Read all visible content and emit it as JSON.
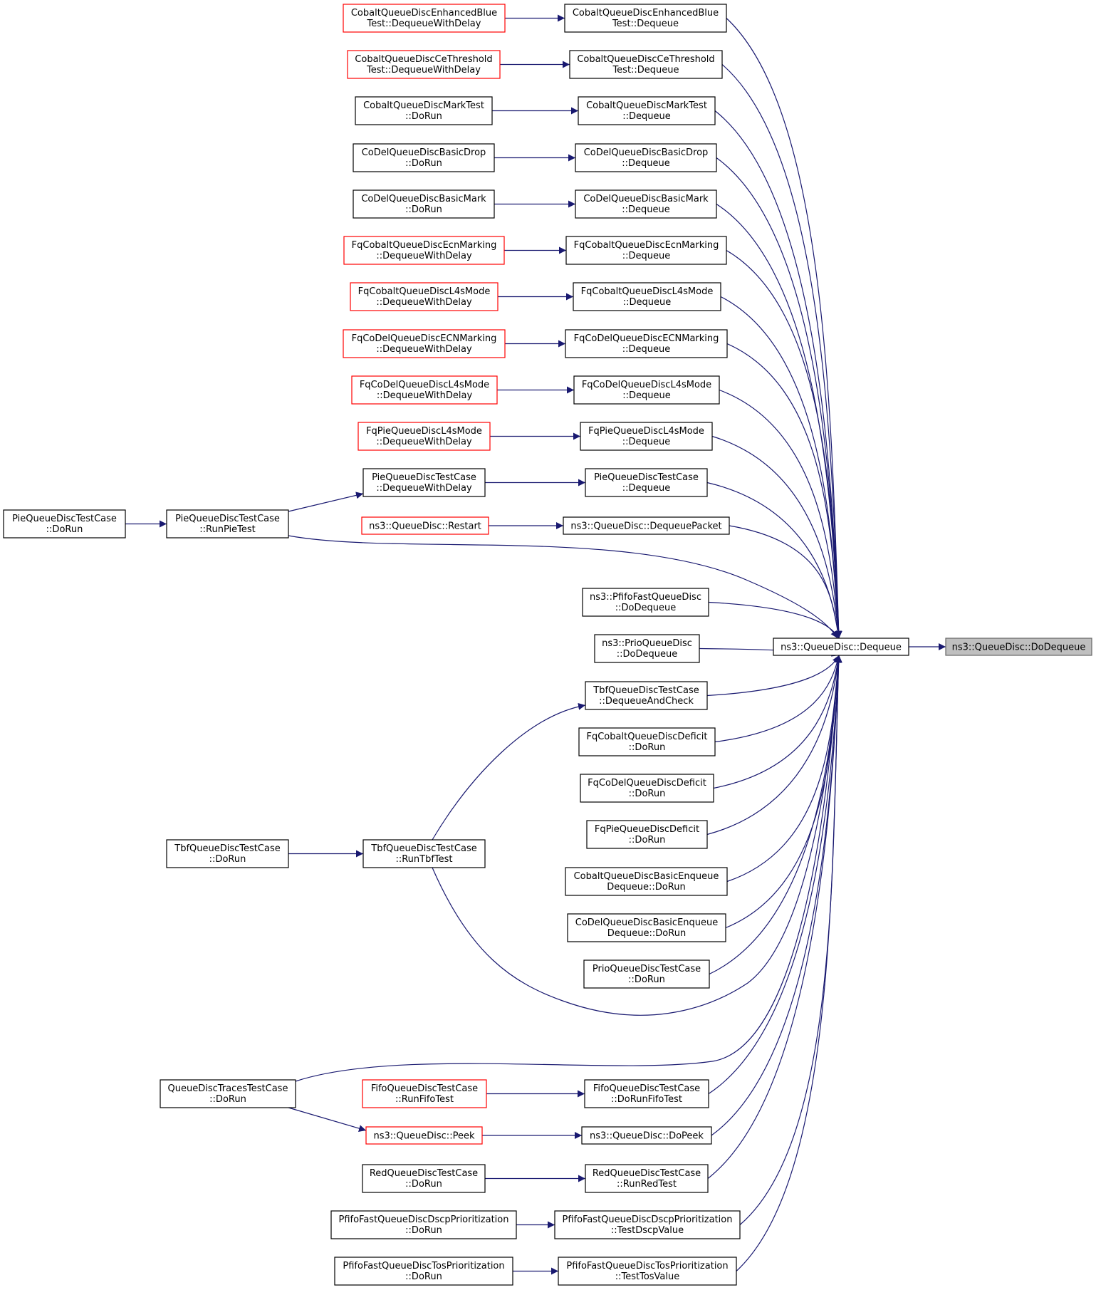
{
  "colors": {
    "edge": "#191970",
    "node_border": "#000000",
    "truncated_border": "#ff0000",
    "focus_fill": "#bfbfbf",
    "background": "#ffffff"
  },
  "nodes": [
    {
      "id": "dodequeue",
      "lines": [
        "ns3::QueueDisc::DoDequeue"
      ],
      "style": "focus"
    },
    {
      "id": "dequeue",
      "lines": [
        "ns3::QueueDisc::Dequeue"
      ],
      "style": "normal"
    },
    {
      "id": "ceb_deq",
      "lines": [
        "CobaltQueueDiscEnhancedBlue",
        "Test::Dequeue"
      ],
      "style": "normal"
    },
    {
      "id": "ceb_dwd",
      "lines": [
        "CobaltQueueDiscEnhancedBlue",
        "Test::DequeueWithDelay"
      ],
      "style": "truncated"
    },
    {
      "id": "cct_deq",
      "lines": [
        "CobaltQueueDiscCeThreshold",
        "Test::Dequeue"
      ],
      "style": "normal"
    },
    {
      "id": "cct_dwd",
      "lines": [
        "CobaltQueueDiscCeThreshold",
        "Test::DequeueWithDelay"
      ],
      "style": "truncated"
    },
    {
      "id": "cmt_deq",
      "lines": [
        "CobaltQueueDiscMarkTest",
        "::Dequeue"
      ],
      "style": "normal"
    },
    {
      "id": "cmt_run",
      "lines": [
        "CobaltQueueDiscMarkTest",
        "::DoRun"
      ],
      "style": "normal"
    },
    {
      "id": "cbd_deq",
      "lines": [
        "CoDelQueueDiscBasicDrop",
        "::Dequeue"
      ],
      "style": "normal"
    },
    {
      "id": "cbd_run",
      "lines": [
        "CoDelQueueDiscBasicDrop",
        "::DoRun"
      ],
      "style": "normal"
    },
    {
      "id": "cbm_deq",
      "lines": [
        "CoDelQueueDiscBasicMark",
        "::Dequeue"
      ],
      "style": "normal"
    },
    {
      "id": "cbm_run",
      "lines": [
        "CoDelQueueDiscBasicMark",
        "::DoRun"
      ],
      "style": "normal"
    },
    {
      "id": "fcem_deq",
      "lines": [
        "FqCobaltQueueDiscEcnMarking",
        "::Dequeue"
      ],
      "style": "normal"
    },
    {
      "id": "fcem_dwd",
      "lines": [
        "FqCobaltQueueDiscEcnMarking",
        "::DequeueWithDelay"
      ],
      "style": "truncated"
    },
    {
      "id": "fcl4_deq",
      "lines": [
        "FqCobaltQueueDiscL4sMode",
        "::Dequeue"
      ],
      "style": "normal"
    },
    {
      "id": "fcl4_dwd",
      "lines": [
        "FqCobaltQueueDiscL4sMode",
        "::DequeueWithDelay"
      ],
      "style": "truncated"
    },
    {
      "id": "fdem_deq",
      "lines": [
        "FqCoDelQueueDiscECNMarking",
        "::Dequeue"
      ],
      "style": "normal"
    },
    {
      "id": "fdem_dwd",
      "lines": [
        "FqCoDelQueueDiscECNMarking",
        "::DequeueWithDelay"
      ],
      "style": "truncated"
    },
    {
      "id": "fdl4_deq",
      "lines": [
        "FqCoDelQueueDiscL4sMode",
        "::Dequeue"
      ],
      "style": "normal"
    },
    {
      "id": "fdl4_dwd",
      "lines": [
        "FqCoDelQueueDiscL4sMode",
        "::DequeueWithDelay"
      ],
      "style": "truncated"
    },
    {
      "id": "fpl4_deq",
      "lines": [
        "FqPieQueueDiscL4sMode",
        "::Dequeue"
      ],
      "style": "normal"
    },
    {
      "id": "fpl4_dwd",
      "lines": [
        "FqPieQueueDiscL4sMode",
        "::DequeueWithDelay"
      ],
      "style": "truncated"
    },
    {
      "id": "pie_deq",
      "lines": [
        "PieQueueDiscTestCase",
        "::Dequeue"
      ],
      "style": "normal"
    },
    {
      "id": "pie_dwd",
      "lines": [
        "PieQueueDiscTestCase",
        "::DequeueWithDelay"
      ],
      "style": "normal"
    },
    {
      "id": "pie_rpt",
      "lines": [
        "PieQueueDiscTestCase",
        "::RunPieTest"
      ],
      "style": "normal"
    },
    {
      "id": "pie_run",
      "lines": [
        "PieQueueDiscTestCase",
        "::DoRun"
      ],
      "style": "normal"
    },
    {
      "id": "qd_dp",
      "lines": [
        "ns3::QueueDisc::DequeuePacket"
      ],
      "style": "normal"
    },
    {
      "id": "qd_restart",
      "lines": [
        "ns3::QueueDisc::Restart"
      ],
      "style": "truncated"
    },
    {
      "id": "pfifo_dd",
      "lines": [
        "ns3::PfifoFastQueueDisc",
        "::DoDequeue"
      ],
      "style": "normal"
    },
    {
      "id": "prio_dd",
      "lines": [
        "ns3::PrioQueueDisc",
        "::DoDequeue"
      ],
      "style": "normal"
    },
    {
      "id": "tbf_dac",
      "lines": [
        "TbfQueueDiscTestCase",
        "::DequeueAndCheck"
      ],
      "style": "normal"
    },
    {
      "id": "tbf_rtt",
      "lines": [
        "TbfQueueDiscTestCase",
        "::RunTbfTest"
      ],
      "style": "normal"
    },
    {
      "id": "tbf_run",
      "lines": [
        "TbfQueueDiscTestCase",
        "::DoRun"
      ],
      "style": "normal"
    },
    {
      "id": "fcd_run",
      "lines": [
        "FqCobaltQueueDiscDeficit",
        "::DoRun"
      ],
      "style": "normal"
    },
    {
      "id": "fdd_run",
      "lines": [
        "FqCoDelQueueDiscDeficit",
        "::DoRun"
      ],
      "style": "normal"
    },
    {
      "id": "fpd_run",
      "lines": [
        "FqPieQueueDiscDeficit",
        "::DoRun"
      ],
      "style": "normal"
    },
    {
      "id": "cbed_run",
      "lines": [
        "CobaltQueueDiscBasicEnqueue",
        "Dequeue::DoRun"
      ],
      "style": "normal"
    },
    {
      "id": "dbed_run",
      "lines": [
        "CoDelQueueDiscBasicEnqueue",
        "Dequeue::DoRun"
      ],
      "style": "normal"
    },
    {
      "id": "prio_run",
      "lines": [
        "PrioQueueDiscTestCase",
        "::DoRun"
      ],
      "style": "normal"
    },
    {
      "id": "qdt_run",
      "lines": [
        "QueueDiscTracesTestCase",
        "::DoRun"
      ],
      "style": "normal"
    },
    {
      "id": "fifo_drft",
      "lines": [
        "FifoQueueDiscTestCase",
        "::DoRunFifoTest"
      ],
      "style": "normal"
    },
    {
      "id": "fifo_rft",
      "lines": [
        "FifoQueueDiscTestCase",
        "::RunFifoTest"
      ],
      "style": "truncated"
    },
    {
      "id": "qd_dopeek",
      "lines": [
        "ns3::QueueDisc::DoPeek"
      ],
      "style": "normal"
    },
    {
      "id": "qd_peek",
      "lines": [
        "ns3::QueueDisc::Peek"
      ],
      "style": "truncated"
    },
    {
      "id": "red_rrt",
      "lines": [
        "RedQueueDiscTestCase",
        "::RunRedTest"
      ],
      "style": "normal"
    },
    {
      "id": "red_run",
      "lines": [
        "RedQueueDiscTestCase",
        "::DoRun"
      ],
      "style": "normal"
    },
    {
      "id": "pfd_tdv",
      "lines": [
        "PfifoFastQueueDiscDscpPrioritization",
        "::TestDscpValue"
      ],
      "style": "normal"
    },
    {
      "id": "pfd_run",
      "lines": [
        "PfifoFastQueueDiscDscpPrioritization",
        "::DoRun"
      ],
      "style": "normal"
    },
    {
      "id": "pft_ttv",
      "lines": [
        "PfifoFastQueueDiscTosPrioritization",
        "::TestTosValue"
      ],
      "style": "normal"
    },
    {
      "id": "pft_run",
      "lines": [
        "PfifoFastQueueDiscTosPrioritization",
        "::DoRun"
      ],
      "style": "normal"
    }
  ],
  "edges": [
    [
      "dequeue",
      "dodequeue"
    ],
    [
      "ceb_deq",
      "dequeue"
    ],
    [
      "ceb_dwd",
      "ceb_deq"
    ],
    [
      "cct_deq",
      "dequeue"
    ],
    [
      "cct_dwd",
      "cct_deq"
    ],
    [
      "cmt_deq",
      "dequeue"
    ],
    [
      "cmt_run",
      "cmt_deq"
    ],
    [
      "cbd_deq",
      "dequeue"
    ],
    [
      "cbd_run",
      "cbd_deq"
    ],
    [
      "cbm_deq",
      "dequeue"
    ],
    [
      "cbm_run",
      "cbm_deq"
    ],
    [
      "fcem_deq",
      "dequeue"
    ],
    [
      "fcem_dwd",
      "fcem_deq"
    ],
    [
      "fcl4_deq",
      "dequeue"
    ],
    [
      "fcl4_dwd",
      "fcl4_deq"
    ],
    [
      "fdem_deq",
      "dequeue"
    ],
    [
      "fdem_dwd",
      "fdem_deq"
    ],
    [
      "fdl4_deq",
      "dequeue"
    ],
    [
      "fdl4_dwd",
      "fdl4_deq"
    ],
    [
      "fpl4_deq",
      "dequeue"
    ],
    [
      "fpl4_dwd",
      "fpl4_deq"
    ],
    [
      "pie_deq",
      "dequeue"
    ],
    [
      "pie_dwd",
      "pie_deq"
    ],
    [
      "pie_rpt",
      "pie_dwd"
    ],
    [
      "pie_run",
      "pie_rpt"
    ],
    [
      "pie_rpt",
      "dequeue"
    ],
    [
      "qd_dp",
      "dequeue"
    ],
    [
      "qd_restart",
      "qd_dp"
    ],
    [
      "pfifo_dd",
      "dequeue"
    ],
    [
      "prio_dd",
      "dequeue"
    ],
    [
      "tbf_dac",
      "dequeue"
    ],
    [
      "tbf_rtt",
      "tbf_dac"
    ],
    [
      "tbf_rtt",
      "dequeue"
    ],
    [
      "tbf_run",
      "tbf_rtt"
    ],
    [
      "fcd_run",
      "dequeue"
    ],
    [
      "fdd_run",
      "dequeue"
    ],
    [
      "fpd_run",
      "dequeue"
    ],
    [
      "cbed_run",
      "dequeue"
    ],
    [
      "dbed_run",
      "dequeue"
    ],
    [
      "prio_run",
      "dequeue"
    ],
    [
      "qdt_run",
      "dequeue"
    ],
    [
      "qdt_run",
      "qd_peek"
    ],
    [
      "fifo_drft",
      "dequeue"
    ],
    [
      "fifo_rft",
      "fifo_drft"
    ],
    [
      "qd_dopeek",
      "dequeue"
    ],
    [
      "qd_peek",
      "qd_dopeek"
    ],
    [
      "red_rrt",
      "dequeue"
    ],
    [
      "red_run",
      "red_rrt"
    ],
    [
      "pfd_tdv",
      "dequeue"
    ],
    [
      "pfd_run",
      "pfd_tdv"
    ],
    [
      "pft_ttv",
      "dequeue"
    ],
    [
      "pft_run",
      "pft_ttv"
    ]
  ]
}
